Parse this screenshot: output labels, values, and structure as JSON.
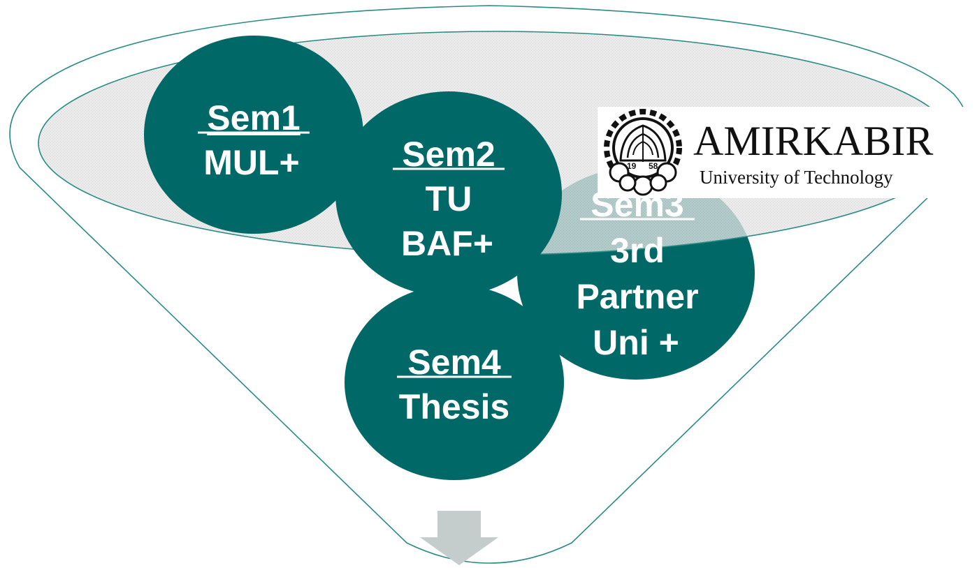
{
  "colors": {
    "accent": "#006866",
    "ellipse_fill": "#e2e2e2",
    "arrow": "#c5cdcc",
    "line": "#2a8a84"
  },
  "semesters": [
    {
      "heading": "Sem1",
      "lines": [
        "MUL+"
      ]
    },
    {
      "heading": "Sem2",
      "lines": [
        "TU",
        "BAF+"
      ]
    },
    {
      "heading": "Sem3",
      "lines": [
        "3rd",
        "Partner",
        "Uni +"
      ]
    },
    {
      "heading": "Sem4",
      "lines": [
        "Thesis"
      ]
    }
  ],
  "logo": {
    "name": "AMIRKABIR",
    "subtitle": "University of Technology",
    "year_left": "19",
    "year_right": "58"
  },
  "icons": [
    "funnel-outline",
    "down-arrow-icon",
    "university-emblem-icon"
  ]
}
